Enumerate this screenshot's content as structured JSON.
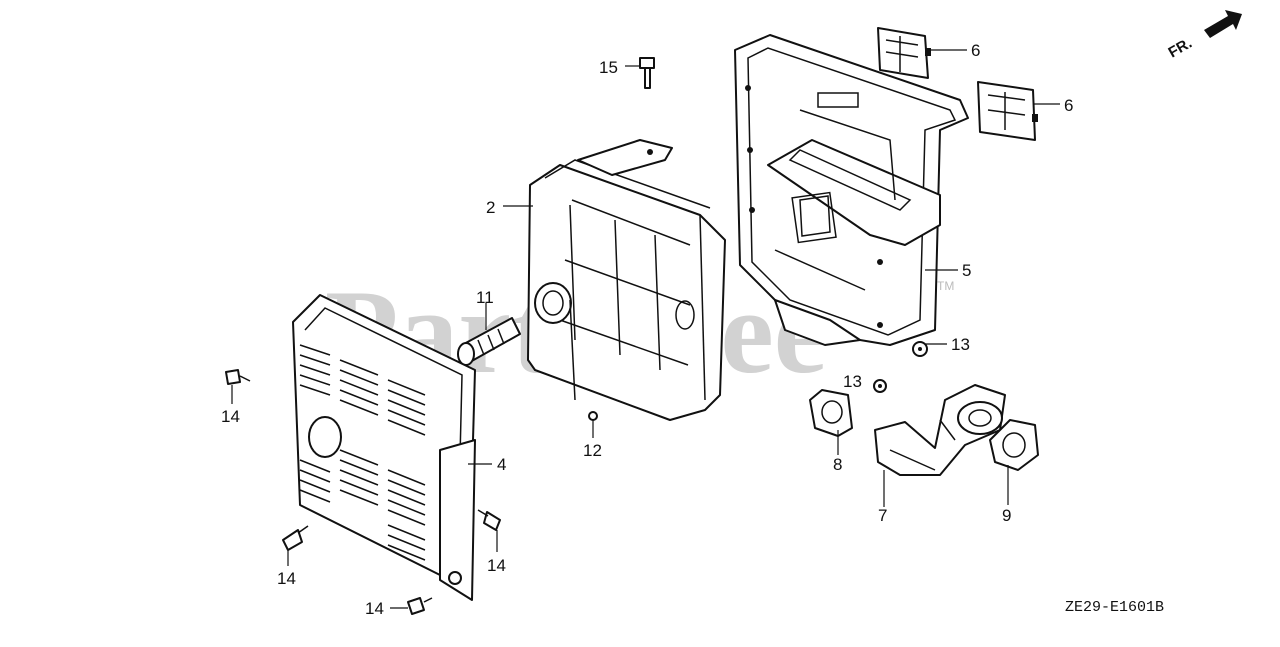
{
  "watermark": {
    "text": "PartsTree",
    "trademark": "TM"
  },
  "direction_indicator": {
    "text": "FR."
  },
  "diagram_code": "ZE29-E1601B",
  "callouts": {
    "p2": "2",
    "p4": "4",
    "p5": "5",
    "p6a": "6",
    "p6b": "6",
    "p7": "7",
    "p8": "8",
    "p9": "9",
    "p11": "11",
    "p12": "12",
    "p13a": "13",
    "p13b": "13",
    "p14a": "14",
    "p14b": "14",
    "p14c": "14",
    "p14d": "14",
    "p15": "15"
  }
}
